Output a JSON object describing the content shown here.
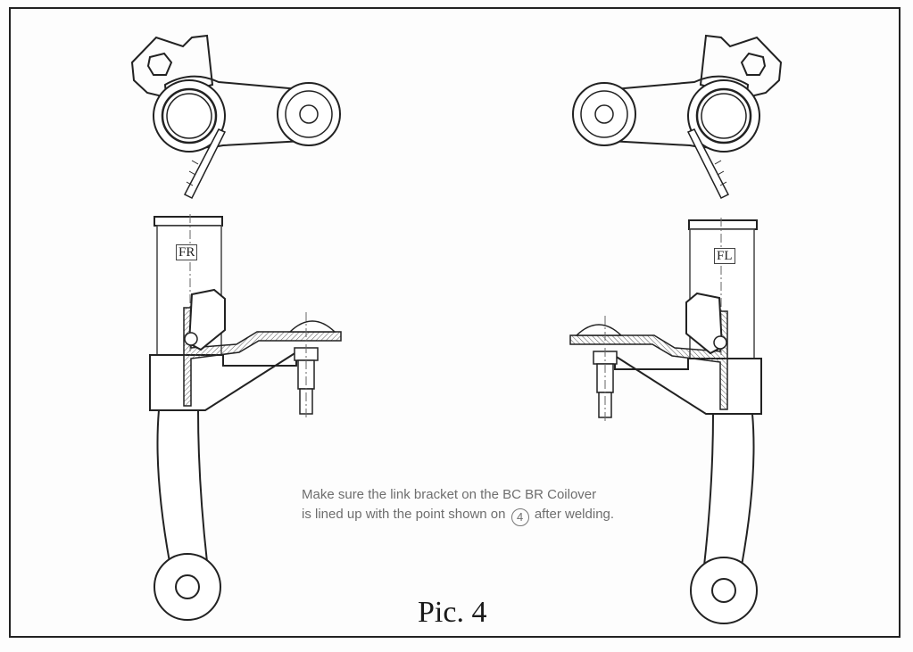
{
  "labels": {
    "right_side": "FR",
    "left_side": "FL"
  },
  "note": {
    "line1": "Make sure the link bracket on the BC BR Coilover",
    "line2_before": "is lined up with the point shown on",
    "step_marker": "4",
    "line2_after": "after welding."
  },
  "caption": "Pic. 4"
}
